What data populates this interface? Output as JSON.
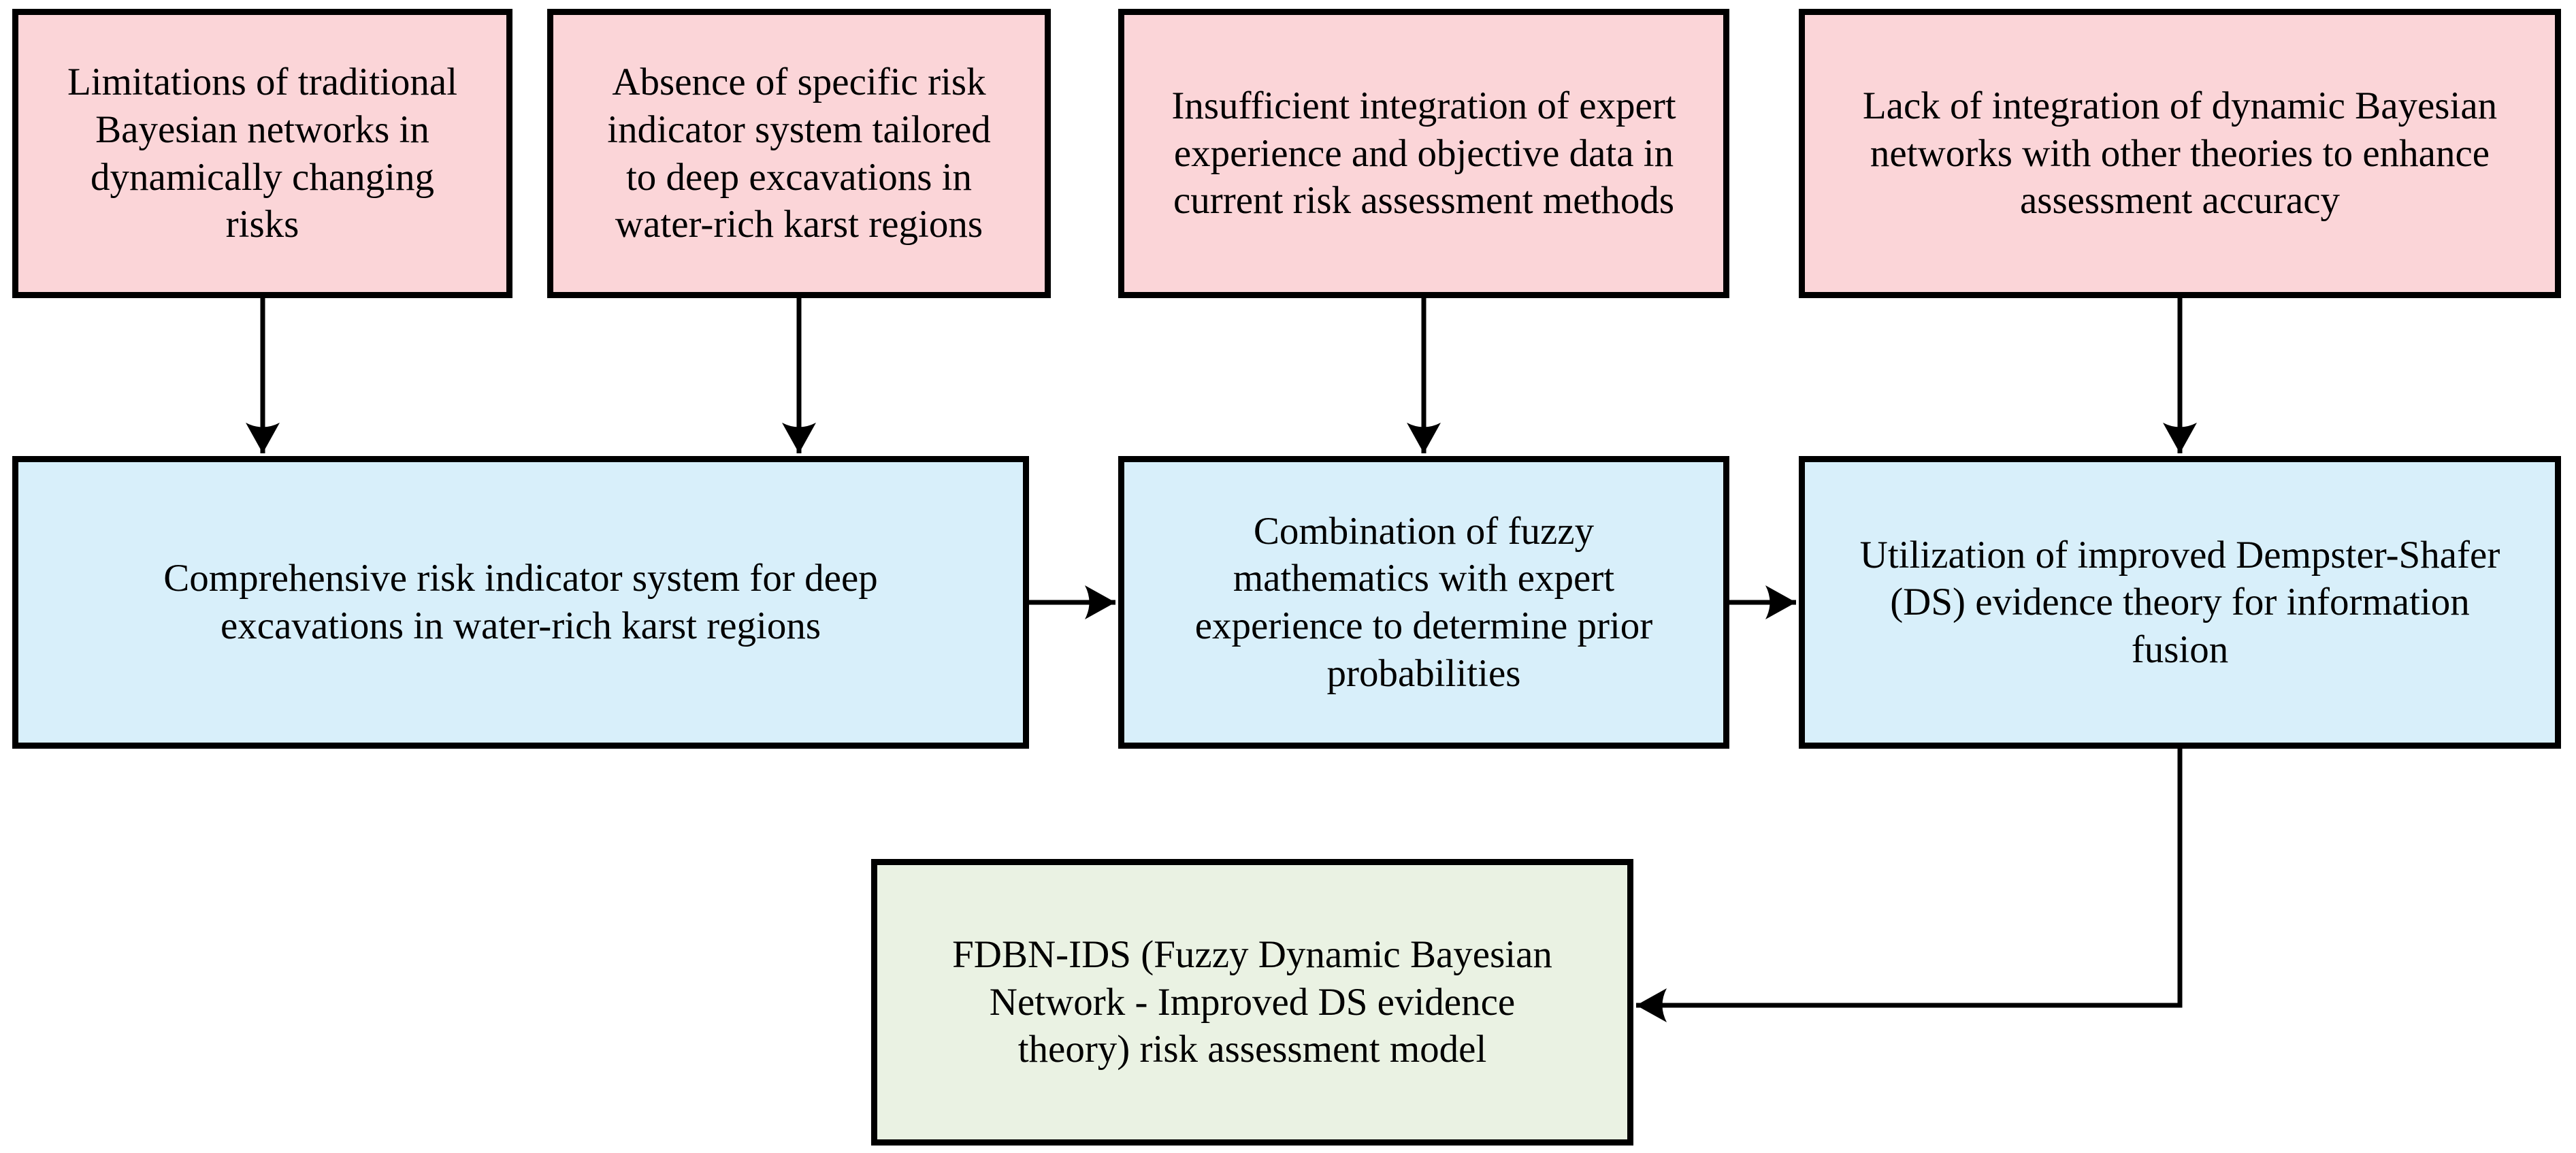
{
  "diagram": {
    "type": "flowchart",
    "colors": {
      "problem_fill": "#FBD5D8",
      "method_fill": "#D8EFFA",
      "result_fill": "#EAF2E3",
      "border": "#000000",
      "background": "#FFFFFF"
    },
    "problem_boxes": [
      {
        "id": "traditional_bn_limitations",
        "text": "Limitations of traditional\nBayesian networks in\ndynamically changing\nrisks"
      },
      {
        "id": "no_specific_indicator_system",
        "text": "Absence of specific risk\nindicator system tailored\nto deep excavations in\nwater-rich karst regions"
      },
      {
        "id": "insufficient_expert_data_integration",
        "text": "Insufficient integration of expert\nexperience and objective data in\ncurrent risk assessment methods"
      },
      {
        "id": "lack_dbn_theory_integration",
        "text": "Lack of integration of dynamic Bayesian\nnetworks with other theories to enhance\nassessment accuracy"
      }
    ],
    "method_boxes": [
      {
        "id": "comprehensive_indicator_system",
        "text": "Comprehensive risk indicator system for deep\nexcavations in water-rich karst regions"
      },
      {
        "id": "fuzzy_prior_probabilities",
        "text": "Combination of fuzzy\nmathematics with expert\nexperience to determine prior\nprobabilities"
      },
      {
        "id": "improved_ds_evidence_fusion",
        "text": "Utilization of improved Dempster-Shafer\n(DS) evidence theory for information\nfusion"
      }
    ],
    "result_box": {
      "id": "fdbn_ids_model",
      "text": "FDBN-IDS (Fuzzy Dynamic Bayesian\nNetwork - Improved DS evidence\ntheory) risk assessment model"
    }
  }
}
